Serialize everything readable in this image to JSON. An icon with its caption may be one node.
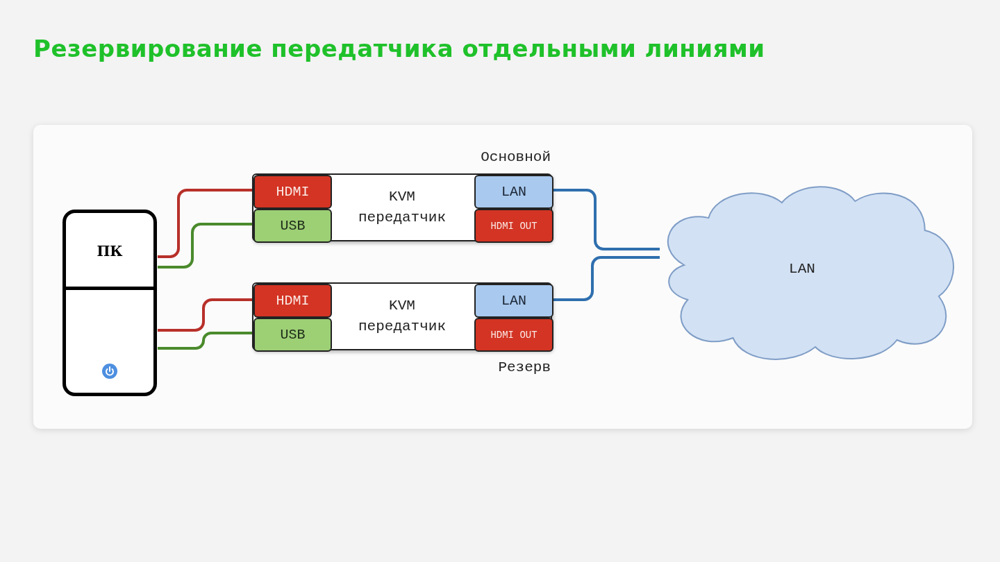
{
  "diagram": {
    "title": "Резервирование передатчика отдельными линиями",
    "nodes": [
      {
        "text": [
          "ПК"
        ]
      },
      {
        "text": [
          "KVM передатчик"
        ],
        "beside": [
          "Основной"
        ]
      },
      {
        "text": [
          "HDMI"
        ],
        "in": 1
      },
      {
        "text": [
          "USB"
        ],
        "in": 1
      },
      {
        "text": [
          "LAN"
        ],
        "in": 1
      },
      {
        "text": [
          "HDMI OUT"
        ],
        "in": 1
      },
      {
        "text": [
          "KVM передатчик"
        ],
        "beside": [
          "Резерв"
        ]
      },
      {
        "text": [
          "HDMI"
        ],
        "in": 6
      },
      {
        "text": [
          "USB"
        ],
        "in": 6
      },
      {
        "text": [
          "LAN"
        ],
        "in": 6
      },
      {
        "text": [
          "HDMI OUT"
        ],
        "in": 6
      },
      {
        "text": [
          "LAN"
        ]
      }
    ],
    "edges": [
      {
        "from": 0,
        "to": 2,
        "arrow": "none",
        "color": "#b8302a"
      },
      {
        "from": 0,
        "to": 3,
        "arrow": "none",
        "color": "#4a8a2c"
      },
      {
        "from": 0,
        "to": 7,
        "arrow": "none",
        "color": "#b8302a"
      },
      {
        "from": 0,
        "to": 8,
        "arrow": "none",
        "color": "#4a8a2c"
      },
      {
        "from": 4,
        "to": 11,
        "arrow": "none",
        "color": "#2f6fae"
      },
      {
        "from": 9,
        "to": 11,
        "arrow": "none",
        "color": "#2f6fae"
      }
    ]
  }
}
